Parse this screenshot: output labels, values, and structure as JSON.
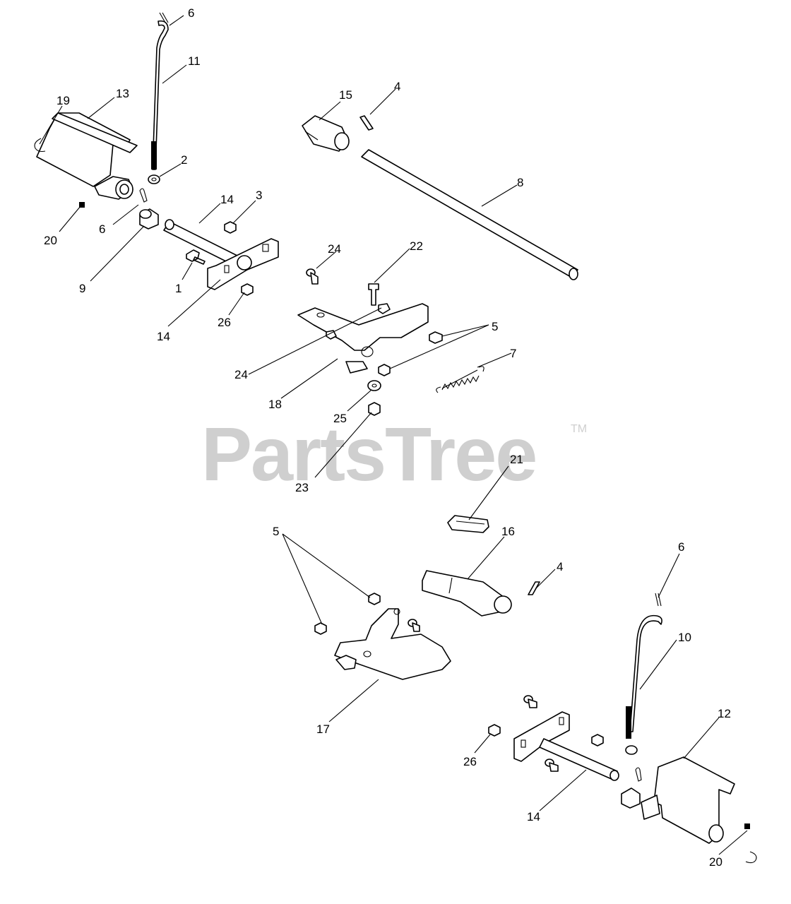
{
  "watermark": {
    "brand": "PartsTree",
    "trademark": "TM"
  },
  "callouts": [
    "6",
    "11",
    "13",
    "19",
    "2",
    "20",
    "6",
    "9",
    "14",
    "3",
    "1",
    "14",
    "26",
    "15",
    "4",
    "8",
    "24",
    "22",
    "5",
    "7",
    "24",
    "18",
    "25",
    "23",
    "21",
    "16",
    "4",
    "5",
    "6",
    "10",
    "17",
    "12",
    "26",
    "14",
    "20"
  ]
}
